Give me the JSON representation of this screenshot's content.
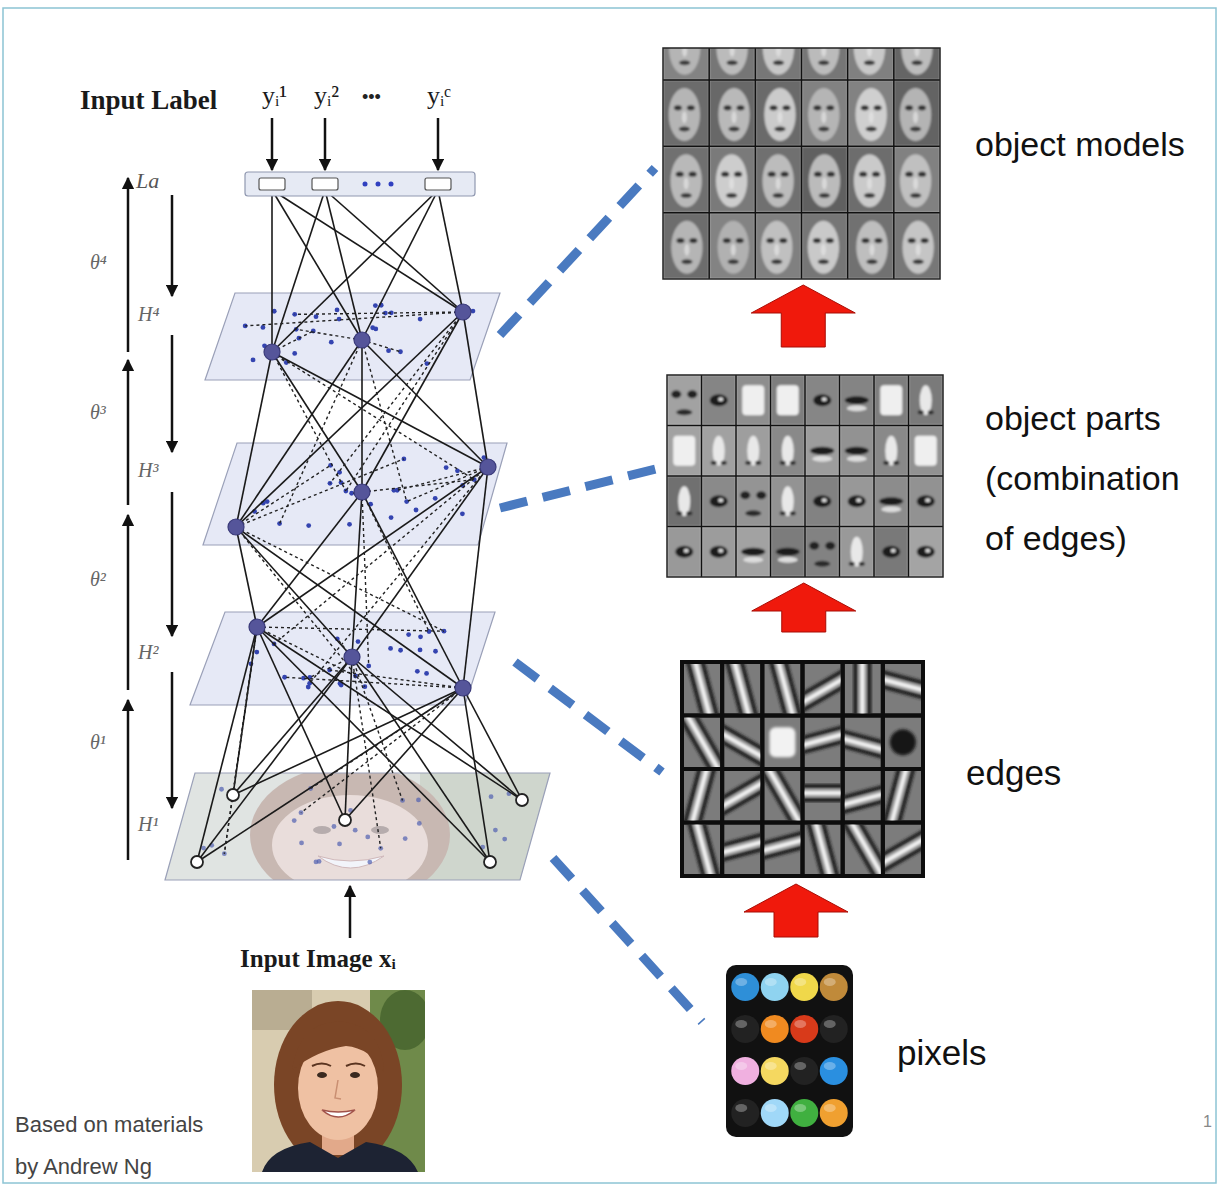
{
  "diagram": {
    "nodes": [
      {
        "text": [
          "object models"
        ]
      },
      {
        "text": [
          "object parts (combination of edges)"
        ]
      },
      {
        "text": [
          "edges"
        ]
      },
      {
        "text": [
          "pixels"
        ]
      }
    ],
    "edges": [
      {
        "from": 3,
        "to": 2,
        "arrow": "to"
      },
      {
        "from": 2,
        "to": 1,
        "arrow": "to"
      },
      {
        "from": 1,
        "to": 0,
        "arrow": "to"
      }
    ],
    "labels": [
      "Input Label",
      "yᵢ¹",
      "yᵢ²",
      "•••",
      "yᵢᶜ",
      "La",
      "θ⁴",
      "H⁴",
      "θ³",
      "H³",
      "θ²",
      "H²",
      "θ¹",
      "H¹",
      "Input Image xᵢ",
      "Based on materials by Andrew Ng",
      "1"
    ]
  }
}
